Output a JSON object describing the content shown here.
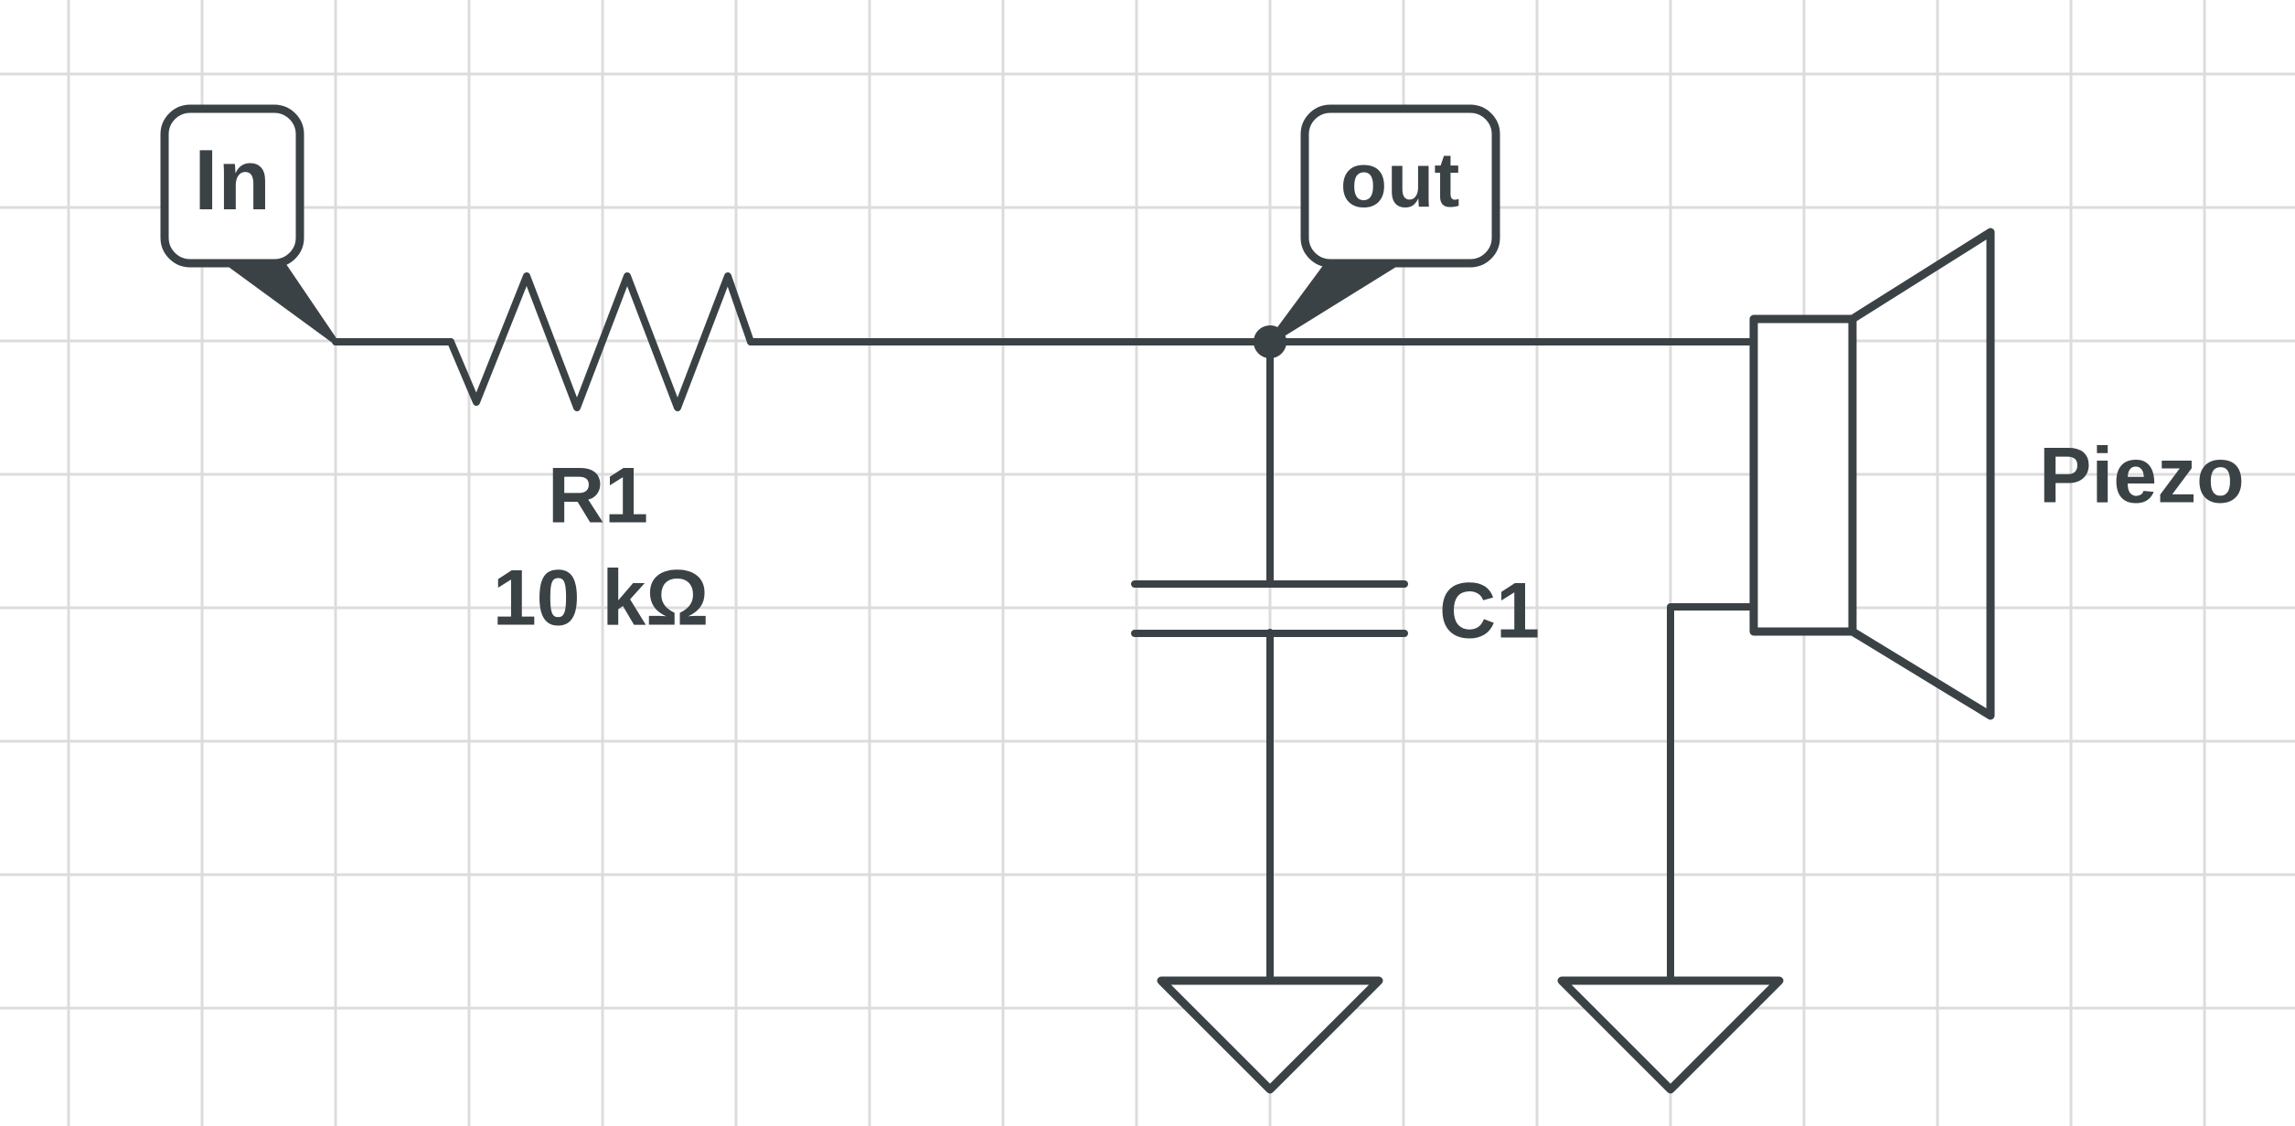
{
  "ports": {
    "in_label": "In",
    "out_label": "out"
  },
  "components": {
    "r1": {
      "ref": "R1",
      "value": "10 kΩ"
    },
    "c1": {
      "ref": "C1"
    },
    "piezo": {
      "ref": "Piezo"
    }
  },
  "colors": {
    "ink": "#3b4245",
    "grid": "#dcdcdc",
    "background": "#ffffff"
  }
}
